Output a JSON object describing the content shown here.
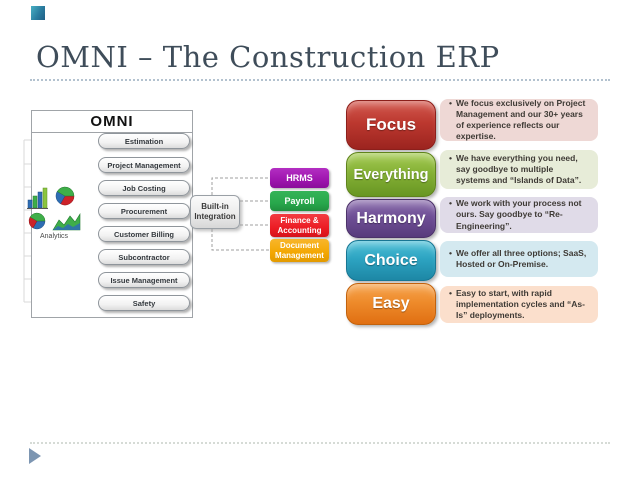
{
  "slide": {
    "title": "OMNI – The Construction ERP"
  },
  "panel": {
    "header": "OMNI",
    "analytics_label": "Analytics",
    "modules": [
      "Estimation",
      "Project Management",
      "Job Costing",
      "Procurement",
      "Customer Billing",
      "Subcontractor",
      "Issue Management",
      "Safety"
    ]
  },
  "integration": {
    "label": "Built-in Integration",
    "systems": [
      {
        "label": "HRMS",
        "color": "#9e15ae"
      },
      {
        "label": "Payroll",
        "color": "#28a84c"
      },
      {
        "label": "Finance & Accounting",
        "color": "#ec1c24"
      },
      {
        "label": "Document Management",
        "color": "#f3a702"
      }
    ]
  },
  "benefits": [
    {
      "label": "Focus",
      "color": "#b03128",
      "desc_bg": "#eed8d5",
      "description": "We focus exclusively on Project Management and our 30+ years of experience reflects our expertise."
    },
    {
      "label": "Everything",
      "color": "#7ba832",
      "desc_bg": "#e7ecd8",
      "description": "We have everything you need, say goodbye to multiple systems and “Islands of Data”."
    },
    {
      "label": "Harmony",
      "color": "#6f4f96",
      "desc_bg": "#e0dbe8",
      "description": "We work with your process not ours. Say goodbye to “Re-Engineering”."
    },
    {
      "label": "Choice",
      "color": "#2da4c2",
      "desc_bg": "#d4e9f0",
      "description": "We offer all three options; SaaS, Hosted or On-Premise."
    },
    {
      "label": "Easy",
      "color": "#ec8220",
      "desc_bg": "#fbdfcc",
      "description": "Easy to start, with rapid implementation cycles and “As-Is” deployments."
    }
  ],
  "icons": {
    "analytics": "bar-chart, pie-charts, area-chart cluster",
    "bottom_marker": "right-pointing triangle"
  }
}
